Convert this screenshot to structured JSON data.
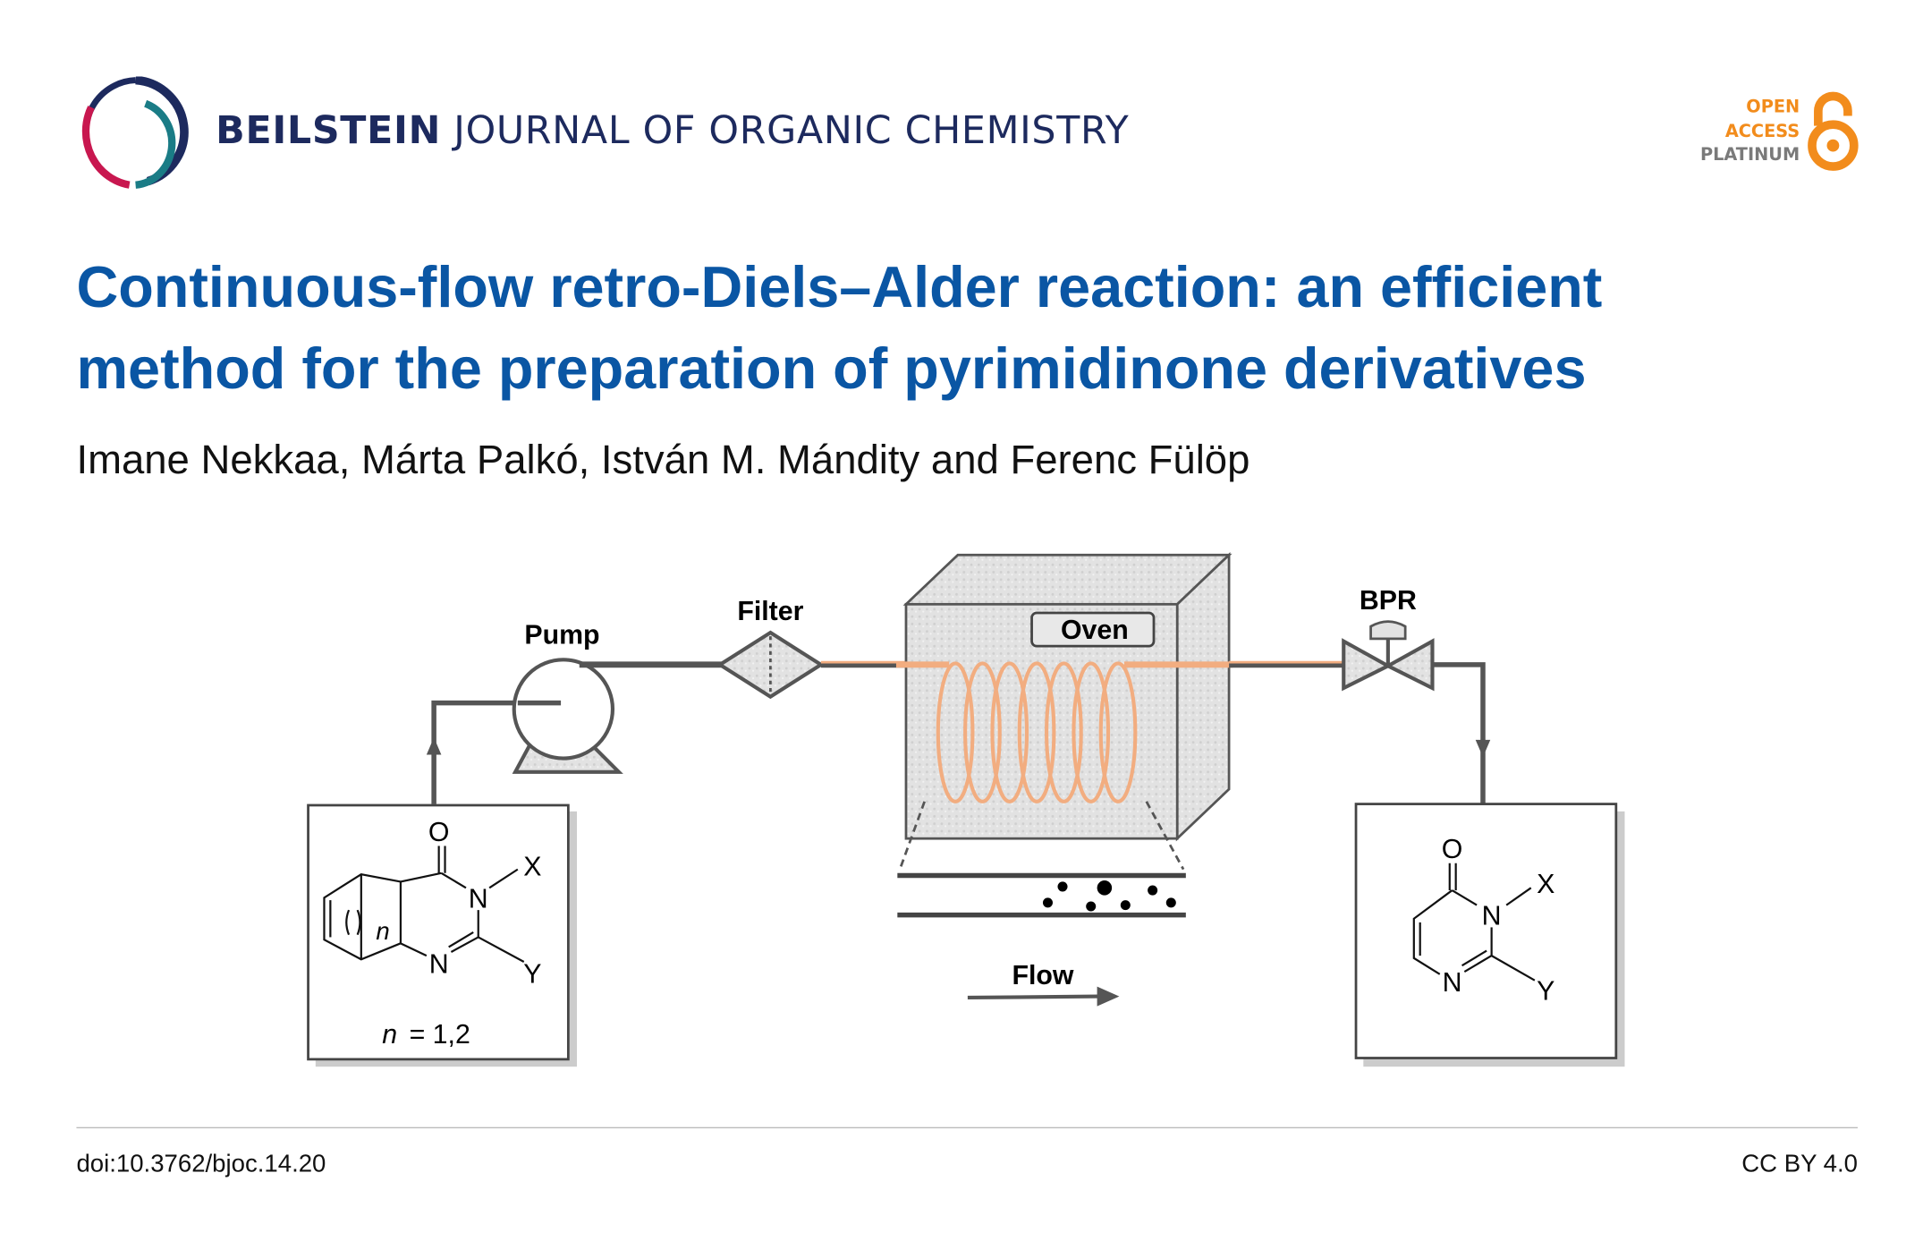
{
  "header": {
    "journal_bold": "BEILSTEIN",
    "journal_rest": "JOURNAL OF ORGANIC CHEMISTRY",
    "badge": {
      "line1": "OPEN",
      "line2": "ACCESS",
      "line3": "PLATINUM"
    }
  },
  "article": {
    "title": "Continuous-flow retro-Diels–Alder reaction: an efficient method for the preparation of pyrimidinone derivatives",
    "authors": "Imane Nekkaa, Márta Palkó, István M. Mándity and Ferenc Fülöp"
  },
  "diagram": {
    "pump": "Pump",
    "filter": "Filter",
    "oven": "Oven",
    "bpr": "BPR",
    "flow": "Flow",
    "start": {
      "o": "O",
      "n1": "N",
      "n2": "N",
      "x": "X",
      "y": "Y",
      "n_italic": "n",
      "n_note": "n",
      "n_values": "= 1,2"
    },
    "product": {
      "o": "O",
      "n1": "N",
      "n2": "N",
      "x": "X",
      "y": "Y"
    }
  },
  "footer": {
    "doi": "doi:10.3762/bjoc.14.20",
    "license": "CC BY 4.0"
  },
  "colors": {
    "title": "#0a56a4",
    "journal": "#1d2a5e",
    "coil": "#f2ad80",
    "oa": "#f28c1c"
  }
}
